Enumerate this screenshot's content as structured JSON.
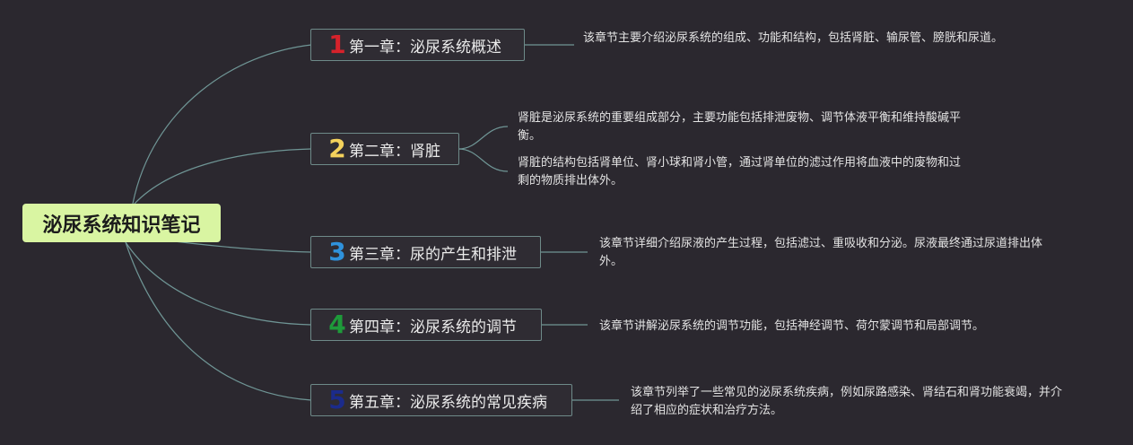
{
  "root": {
    "title": "泌尿系统知识笔记"
  },
  "chapters": [
    {
      "num": "1",
      "num_color": "#d6222b",
      "title": "第一章：泌尿系统概述",
      "desc": [
        "该章节主要介绍泌尿系统的组成、功能和结构，包括肾脏、输尿管、膀胱和尿道。"
      ]
    },
    {
      "num": "2",
      "num_color": "#f4d25c",
      "title": "第二章：肾脏",
      "desc": [
        "肾脏是泌尿系统的重要组成部分，主要功能包括排泄废物、调节体液平衡和维持酸碱平衡。",
        "肾脏的结构包括肾单位、肾小球和肾小管，通过肾单位的滤过作用将血液中的废物和过剩的物质排出体外。"
      ]
    },
    {
      "num": "3",
      "num_color": "#2f92dc",
      "title": "第三章：尿的产生和排泄",
      "desc": [
        "该章节详细介绍尿液的产生过程，包括滤过、重吸收和分泌。尿液最终通过尿道排出体外。"
      ]
    },
    {
      "num": "4",
      "num_color": "#1e9a3a",
      "title": "第四章：泌尿系统的调节",
      "desc": [
        "该章节讲解泌尿系统的调节功能，包括神经调节、荷尔蒙调节和局部调节。"
      ]
    },
    {
      "num": "5",
      "num_color": "#1b2b8c",
      "title": "第五章：泌尿系统的常见疾病",
      "desc": [
        "该章节列举了一些常见的泌尿系统疾病，例如尿路感染、肾结石和肾功能衰竭，并介绍了相应的症状和治疗方法。"
      ]
    }
  ]
}
